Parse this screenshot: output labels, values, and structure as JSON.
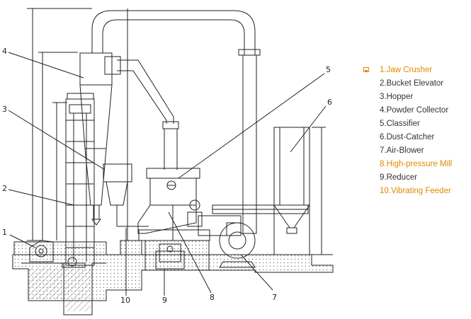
{
  "callouts": [
    "1",
    "2",
    "3",
    "4",
    "5",
    "6",
    "7",
    "8",
    "9",
    "10"
  ],
  "legend": [
    {
      "text": "1.Jaw Crusher",
      "highlight": true,
      "bullet": true
    },
    {
      "text": "2.Bucket Elevator",
      "highlight": false
    },
    {
      "text": "3.Hopper",
      "highlight": false
    },
    {
      "text": "4.Powder Collector",
      "highlight": false
    },
    {
      "text": "5.Classifier",
      "highlight": false
    },
    {
      "text": "6.Dust-Catcher",
      "highlight": false
    },
    {
      "text": "7.Air-Blower",
      "highlight": false
    },
    {
      "text": "8.High-pressure Mill",
      "highlight": true
    },
    {
      "text": "9.Reducer",
      "highlight": false
    },
    {
      "text": "10.Vibrating Feeder",
      "highlight": true
    }
  ],
  "colors": {
    "line": "#222222",
    "highlight": "#e08a00",
    "text": "#333333",
    "hatch": "#888888"
  }
}
